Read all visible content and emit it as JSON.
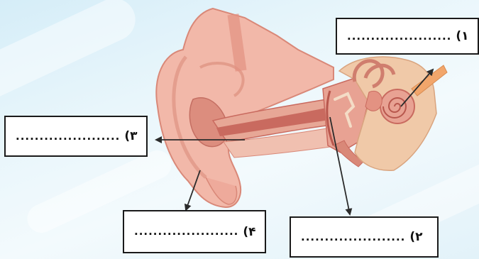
{
  "labels": [
    {
      "id": "1",
      "number": "(۱",
      "blank": "......................"
    },
    {
      "id": "2",
      "number": "(۲",
      "blank": "......................"
    },
    {
      "id": "3",
      "number": "(۳",
      "blank": "......................"
    },
    {
      "id": "4",
      "number": "(۴",
      "blank": "......................"
    }
  ],
  "colors": {
    "skin": "#f2b8a9",
    "skin_dark": "#d98878",
    "canal": "#c96a5f",
    "inner": "#e7a796",
    "bone": "#f0c9a8",
    "nerve": "#f2a66b",
    "arrow": "#2b2b2b",
    "box_border": "#1a1a1a"
  }
}
